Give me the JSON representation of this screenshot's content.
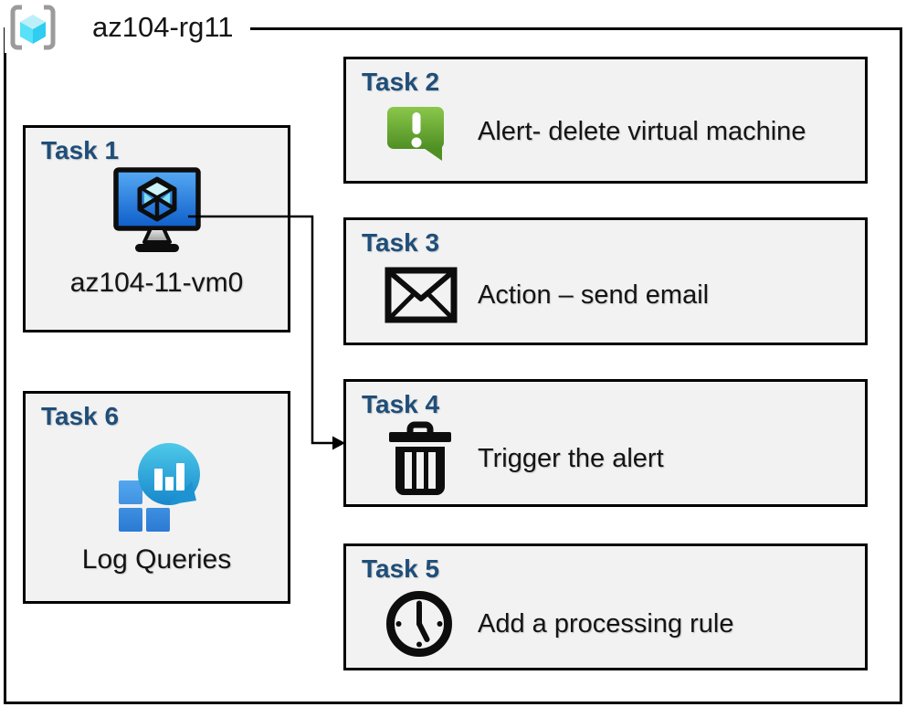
{
  "header": {
    "group_label": "az104-rg11",
    "icon": "resource-group-icon"
  },
  "tasks": [
    {
      "title": "Task 1",
      "label": "az104-11-vm0",
      "icon": "virtual-machine-icon"
    },
    {
      "title": "Task 2",
      "label": "Alert- delete virtual machine",
      "icon": "alert-message-icon"
    },
    {
      "title": "Task 3",
      "label": "Action – send email",
      "icon": "email-envelope-icon"
    },
    {
      "title": "Task 4",
      "label": "Trigger the alert",
      "icon": "trash-icon"
    },
    {
      "title": "Task 5",
      "label": "Add a processing rule",
      "icon": "clock-icon"
    },
    {
      "title": "Task 6",
      "label": "Log Queries",
      "icon": "log-queries-icon"
    }
  ],
  "connector": {
    "from": "task-1-virtual-machine",
    "to": "task-4"
  },
  "colors": {
    "task_title": "#1F4E79",
    "box_fill": "#F2F2F2",
    "box_border": "#000000",
    "alert_green_top": "#8BC74B",
    "alert_green_bottom": "#4F8F24",
    "vm_screen_top": "#57AAF4",
    "vm_screen_bottom": "#0D5DC9",
    "azure_cube_cyan": "#50E6FF",
    "log_bubble_top": "#4EC9E9",
    "log_bubble_bottom": "#1787CB",
    "log_square_top": "#53A7EE",
    "log_square_bottom": "#2B7AD4",
    "bracket_gray": "#9B9B9B"
  }
}
